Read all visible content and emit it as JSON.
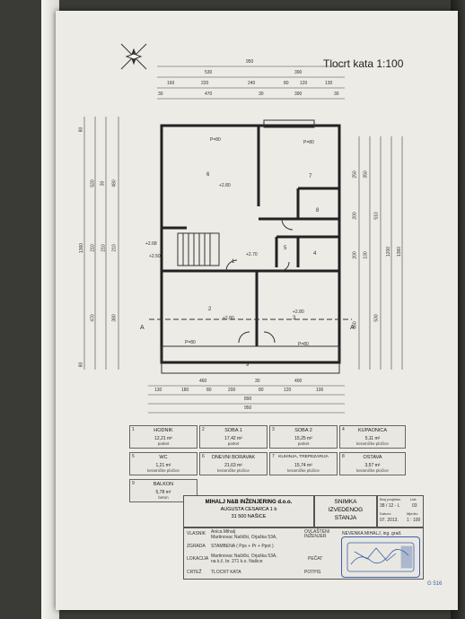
{
  "plan": {
    "title": "Tlocrt kata 1:100",
    "room_numbers": [
      "1",
      "2",
      "3",
      "4",
      "5",
      "6",
      "7",
      "8",
      "9"
    ],
    "top_dims_row1": [
      "950"
    ],
    "top_dims_row2": [
      "530",
      "390"
    ],
    "top_dims_row3": [
      "160",
      "220",
      "240",
      "80",
      "120",
      "130"
    ],
    "top_dims_row4": [
      "30",
      "470",
      "30",
      "390",
      "30"
    ],
    "bottom_dims_row1": [
      "460",
      "30",
      "400"
    ],
    "bottom_dims_row2": [
      "130",
      "180",
      "80",
      "200",
      "80",
      "120",
      "100"
    ],
    "bottom_dims_row3": [
      "890"
    ],
    "bottom_dims_row4": [
      "950"
    ],
    "left_dims": [
      "80",
      "520",
      "210",
      "470",
      "30",
      "480",
      "210",
      "210",
      "380",
      "80",
      "1360"
    ],
    "right_dims": [
      "250",
      "350",
      "200",
      "510",
      "200",
      "130",
      "360",
      "530",
      "1200",
      "1360"
    ],
    "section_marks": [
      "A",
      "A"
    ],
    "misc_labels": [
      "P=80",
      "P=80",
      "P=80",
      "P=80",
      "+2.80",
      "+2.80",
      "+2.80",
      "+2.70",
      "+2.68",
      "+2.50"
    ]
  },
  "rooms": [
    {
      "num": "1",
      "name": "HODNIK",
      "area": "12,21",
      "unit": "m²",
      "floor": "parket"
    },
    {
      "num": "2",
      "name": "SOBA 1",
      "area": "17,42",
      "unit": "m²",
      "floor": "parket"
    },
    {
      "num": "3",
      "name": "SOBA 2",
      "area": "15,25",
      "unit": "m²",
      "floor": "parket"
    },
    {
      "num": "4",
      "name": "KUPAONICA",
      "area": "5,11",
      "unit": "m²",
      "floor": "keramičke pločice"
    },
    {
      "num": "5",
      "name": "WC",
      "area": "1,21",
      "unit": "m²",
      "floor": "keramičke pločice"
    },
    {
      "num": "6",
      "name": "DNEVNI BORAVAK",
      "area": "21,63",
      "unit": "m²",
      "floor": "keramičke pločice"
    },
    {
      "num": "7",
      "name": "KUHINJA, TREPEZARIJA",
      "area": "15,74",
      "unit": "m²",
      "floor": "keramičke pločice"
    },
    {
      "num": "8",
      "name": "OSTAVA",
      "area": "3,57",
      "unit": "m²",
      "floor": "keramičke pločice"
    },
    {
      "num": "9",
      "name": "BALKON",
      "area": "5,78",
      "unit": "m²",
      "floor": "beton"
    }
  ],
  "title_block": {
    "company": "MIHALJ N&B INŽENJERING d.o.o.",
    "address1": "AUGUSTA CESARCA 1 b",
    "address2": "31 500 NAŠICE",
    "doc_title": [
      "SNIMKA",
      "IZVEDENOG",
      "STANJA"
    ],
    "hdr_project": "Broj projekta:",
    "project_no": "38 / 12 - L",
    "hdr_sheet": "List:",
    "sheet_no": "03",
    "hdr_date": "Datum:",
    "date": "07. 2013.",
    "hdr_scale": "Mjerilo:",
    "scale": "1 : 100",
    "labels": [
      "VLASNIK",
      "ZGRADA",
      "LOKACIJA",
      "CRTEŽ"
    ],
    "owner": [
      "Anica Mihalj",
      "Martinovac Našički, Orjaška 53A,"
    ],
    "building": "STAMBENA ( Pps + Pr + Ppot )",
    "location": [
      "Martinovac Našički, Orjaška 53A,",
      "na k.č. br. 271 k.o. Našice"
    ],
    "drawing": "TLOCRT KATA",
    "authorized_label": "OVLAŠTENI INŽENJER",
    "stamp_label": "PEČAT",
    "sign_label": "POTPIS",
    "engineer": "NEVENKA MIHALJ, ing. građ.",
    "stamp_text": "G 516"
  }
}
